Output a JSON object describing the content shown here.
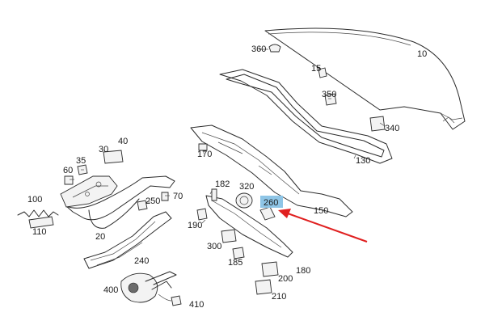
{
  "colors": {
    "line": "#2b2b2b",
    "highlight": "#8ec5e6",
    "arrow": "#e02020"
  },
  "highlighted_part": "260",
  "labels": {
    "p10": "10",
    "p15": "15",
    "p20": "20",
    "p30": "30",
    "p35": "35",
    "p40": "40",
    "p60": "60",
    "p70": "70",
    "p100": "100",
    "p110": "110",
    "p130": "130",
    "p150": "150",
    "p170": "170",
    "p180": "180",
    "p182": "182",
    "p185": "185",
    "p190": "190",
    "p200": "200",
    "p210": "210",
    "p240": "240",
    "p250": "250",
    "p260": "260",
    "p300": "300",
    "p320": "320",
    "p340": "340",
    "p350": "350",
    "p360": "360",
    "p400": "400",
    "p410": "410"
  }
}
